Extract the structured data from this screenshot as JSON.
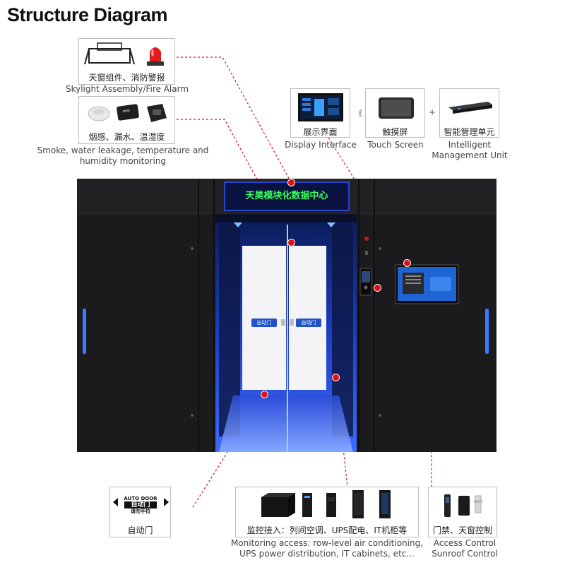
{
  "title": "Structure Diagram",
  "cards": {
    "skylight": {
      "cn": "天窗组件、消防警报",
      "en": "Skylight Assembly/Fire Alarm"
    },
    "sensors": {
      "cn": "烟感、漏水、温湿度",
      "en": "Smoke, water leakage, temperature and humidity monitoring"
    },
    "display": {
      "cn": "展示界面",
      "en": "Display Interface"
    },
    "touch": {
      "cn": "触摸屏",
      "en": "Touch Screen"
    },
    "unit": {
      "cn": "智能管理单元",
      "en": "Intelligent Management Unit"
    },
    "autodoor": {
      "cn": "自动门",
      "sign_top": "AUTO DOOR",
      "sign_mid": "自动门",
      "sign_bottom": "请勿手拉"
    },
    "monitoring": {
      "cn": "监控接入：列间空调、UPS配电、IT机柜等",
      "en": "Monitoring access: row-level air conditioning, UPS power distribution, IT cabinets, etc..."
    },
    "access": {
      "cn": "门禁、天窗控制",
      "en": "Access Control Sunroof Control"
    }
  },
  "connectors": {
    "left": "《",
    "plus": "+"
  },
  "cabinet": {
    "led_text": "天昊模块化数据中心",
    "door_label": "自动门"
  },
  "colors": {
    "accent_red": "#e0101a",
    "led_green": "#39ff5a",
    "glow_blue": "#2a6bff",
    "cabinet_black": "#1b1b1d"
  }
}
